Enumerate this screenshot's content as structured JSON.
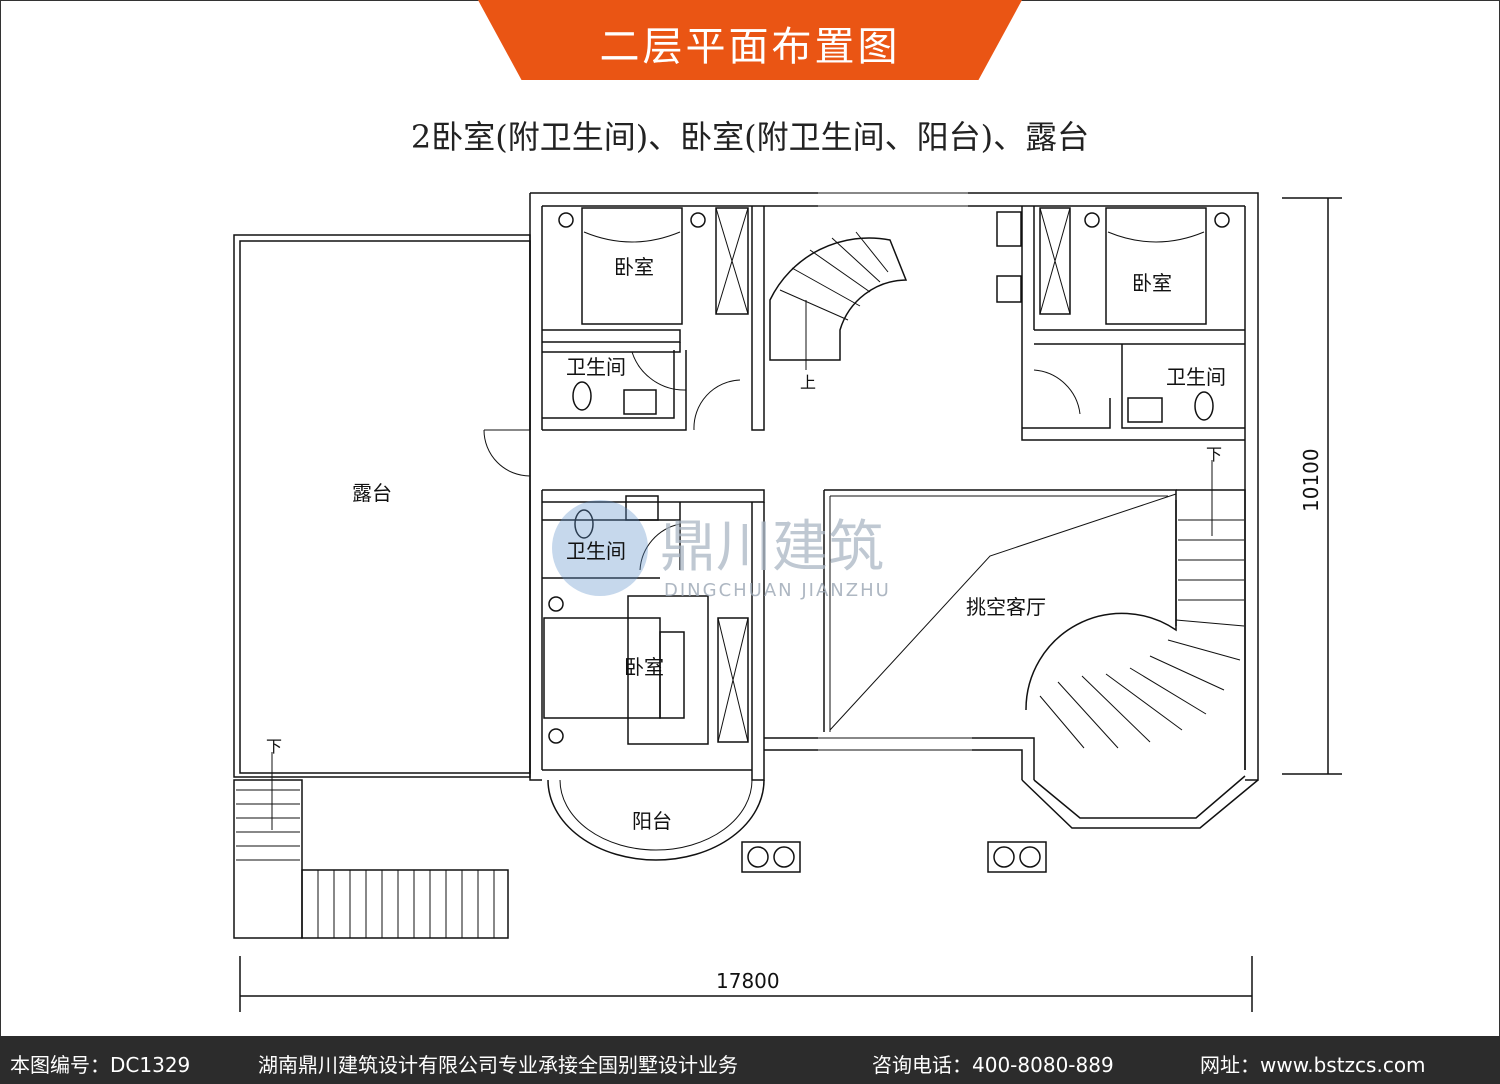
{
  "header": {
    "title": "二层平面布置图",
    "subtitle": "2卧室(附卫生间)、卧室(附卫生间、阳台)、露台",
    "accent_color": "#ea5514"
  },
  "plan": {
    "rooms": {
      "terrace": "露台",
      "bedroom_top_left": "卧室",
      "bath_top_left": "卫生间",
      "bedroom_top_right": "卧室",
      "bath_top_right": "卫生间",
      "bath_mid_left": "卫生间",
      "bedroom_bottom_left": "卧室",
      "balcony": "阳台",
      "double_height_living": "挑空客厅"
    },
    "stair_marks": {
      "up": "上",
      "down_right": "下",
      "down_terrace": "下"
    },
    "dimensions": {
      "width": "17800",
      "depth": "10100"
    },
    "watermark": {
      "text": "鼎川建筑",
      "pinyin": "DINGCHUAN JIANZHU"
    }
  },
  "footer": {
    "drawing_no": "本图编号：DC1329",
    "company": "湖南鼎川建筑设计有限公司专业承接全国别墅设计业务",
    "phone": "咨询电话：400-8080-889",
    "website": "网址：www.bstzcs.com",
    "background_color": "#2c2c2c"
  }
}
